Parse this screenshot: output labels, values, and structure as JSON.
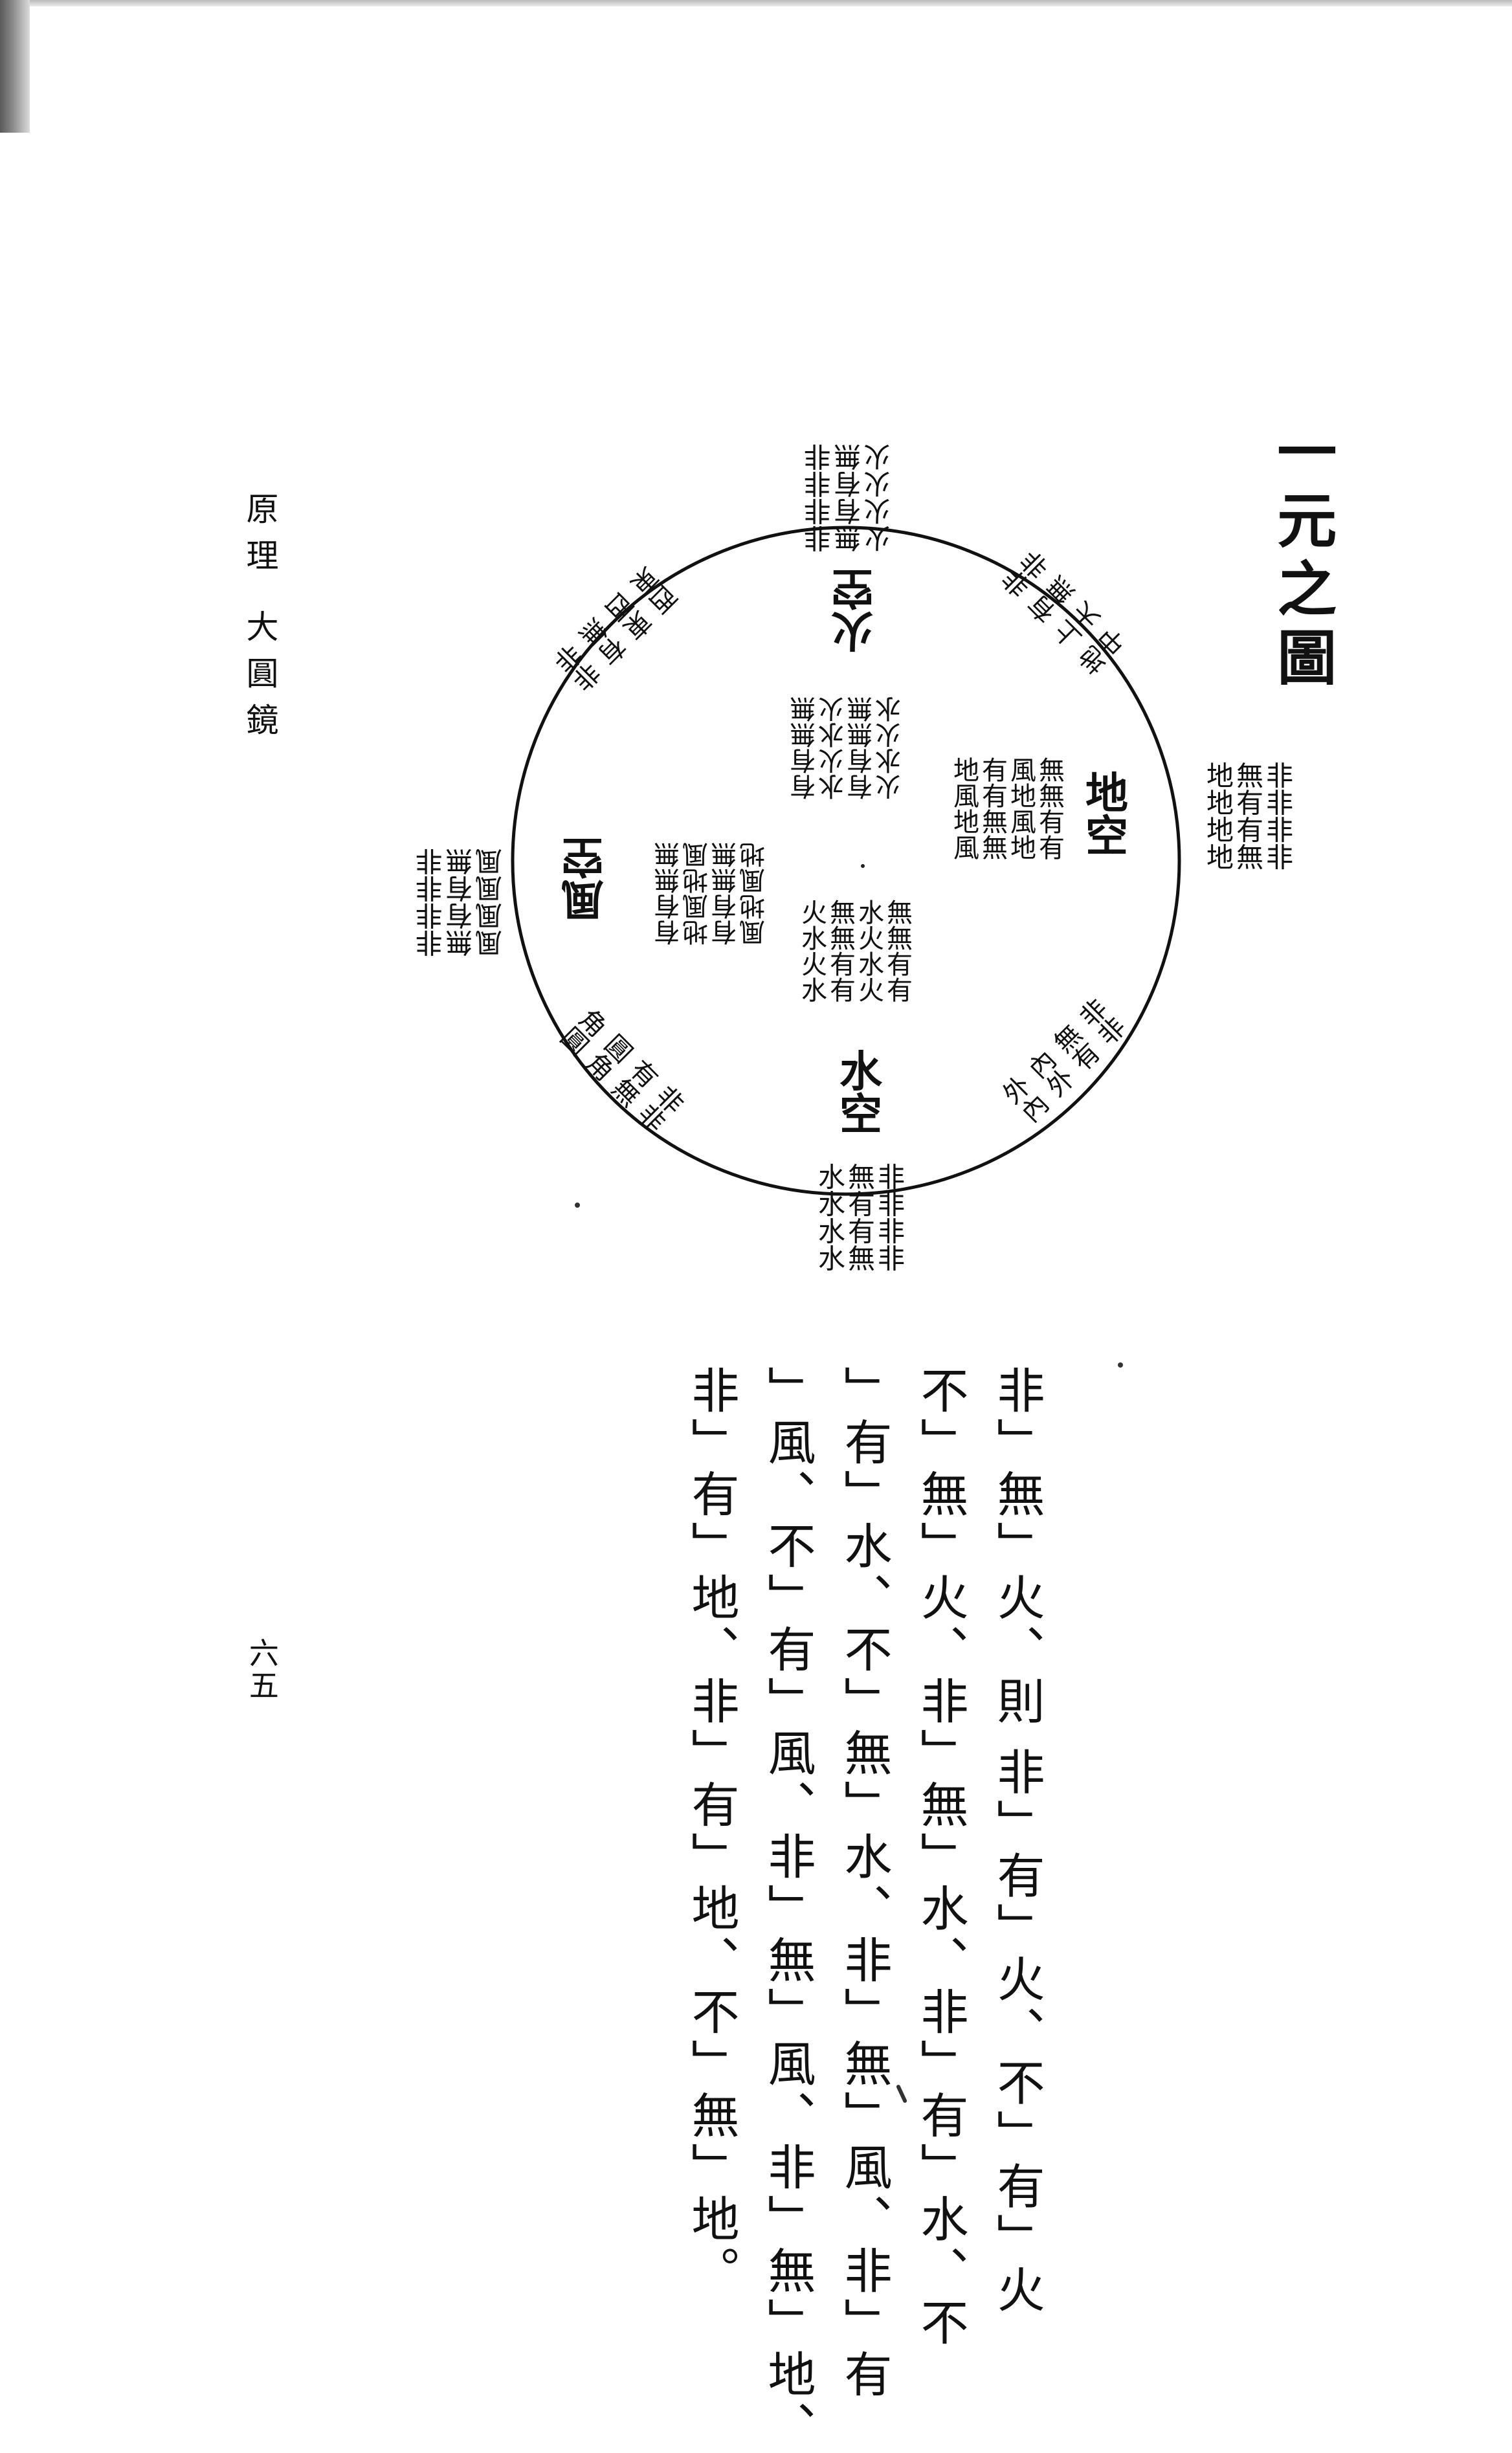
{
  "title": "一元之圖",
  "running_head": "原理 大圓鏡",
  "page_number": "六五",
  "diagram": {
    "center_labels": {
      "top": "火空",
      "right": "地空",
      "bottom": "水空",
      "left": "風空"
    },
    "inner_blocks": {
      "top": [
        "有有無無",
        "水火水火",
        "有有無無",
        "火水火水"
      ],
      "right": [
        "無無有有",
        "風地風地",
        "有有無無",
        "地風地風"
      ],
      "bottom": [
        "無無有有",
        "水火水火",
        "無無有有",
        "火水火水"
      ],
      "left": [
        "有有無無",
        "地風地風",
        "有有無無",
        "風地風地"
      ]
    },
    "outer_blocks": {
      "top": [
        "非非非非",
        "無有有無",
        "火火火火"
      ],
      "right": [
        "非非非非",
        "無有有無",
        "地地地地"
      ],
      "bottom": [
        "非非非非",
        "無有有無",
        "水水水水"
      ],
      "left": [
        "非非非非",
        "無有有無",
        "風風風風"
      ]
    },
    "diagonals": {
      "upper_right": [
        "非非",
        "有無",
        "上天",
        "地中"
      ],
      "lower_right": [
        "非非",
        "無有",
        "內外",
        "外內"
      ],
      "lower_left": [
        "非非",
        "有無",
        "圓角",
        "角圓"
      ],
      "upper_left": [
        "非非",
        "有無",
        "東西",
        "西東"
      ]
    }
  },
  "body_lines": [
    "非」無」火、則 非」有」火、不」有」火",
    "不」無」火、非」無」水、非」有」水、不",
    "」有」水、不」無」水、非」無」風、非」有",
    "」風、不」有」風、非」無」風、非」無」地、",
    "非」有」地、非」有」地、不」無」地。"
  ]
}
